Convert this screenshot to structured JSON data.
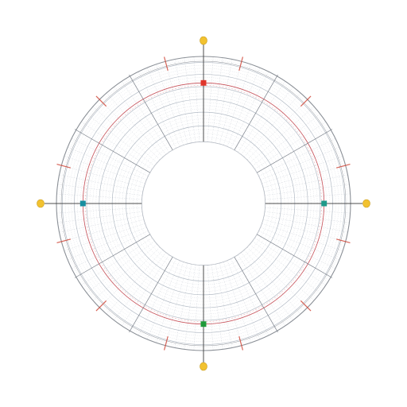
{
  "diagram": {
    "name": "polar-ring-grid",
    "colors": {
      "background": "#ffffff",
      "fine_grid": "#9aa4b2",
      "major_spoke": "#3b3b3b",
      "minor_spoke": "#6f7680",
      "outer_circle": "#8a8f96",
      "inner_circle": "#b9bec6",
      "red_guide": "#c0303a",
      "tick_red": "#d0483a",
      "knob_yellow": "#f2c230",
      "marker_red": "#e0352b",
      "marker_teal_left": "#178fa0",
      "marker_teal_right": "#1f9a8a",
      "marker_green": "#1f9a3a"
    },
    "ring": {
      "inner_radius_ratio": 0.42,
      "red_guide_ratio": 0.82,
      "fine_ring_count": 26,
      "fine_spoke_count": 96,
      "major_spoke_count": 12,
      "outer_tick_count": 12
    },
    "cardinal_markers": [
      {
        "name": "top",
        "angle_deg": 270,
        "color_key": "marker_red"
      },
      {
        "name": "right",
        "angle_deg": 0,
        "color_key": "marker_teal_right"
      },
      {
        "name": "bottom",
        "angle_deg": 90,
        "color_key": "marker_green"
      },
      {
        "name": "left",
        "angle_deg": 180,
        "color_key": "marker_teal_left"
      }
    ]
  }
}
